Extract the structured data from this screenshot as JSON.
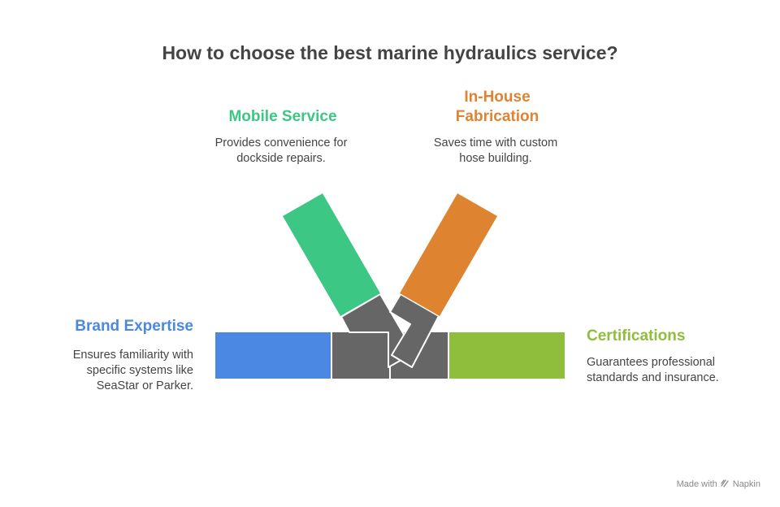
{
  "title": "How to choose the best marine hydraulics service?",
  "items": {
    "mobile": {
      "heading": "Mobile Service",
      "description_line1": "Provides convenience for",
      "description_line2": "dockside repairs.",
      "color": "#3dc785"
    },
    "fabrication": {
      "heading_line1": "In-House",
      "heading_line2": "Fabrication",
      "description_line1": "Saves time with custom",
      "description_line2": "hose building.",
      "color": "#de8431"
    },
    "brand": {
      "heading": "Brand Expertise",
      "description_line1": "Ensures familiarity with",
      "description_line2": "specific systems like",
      "description_line3": "SeaStar or Parker.",
      "color": "#4b88e3"
    },
    "certifications": {
      "heading": "Certifications",
      "description_line1": "Guarantees professional",
      "description_line2": "standards and insurance.",
      "color": "#8fbe3c"
    }
  },
  "connector_color": "#666666",
  "footer": {
    "made_with": "Made with",
    "brand": "Napkin"
  }
}
